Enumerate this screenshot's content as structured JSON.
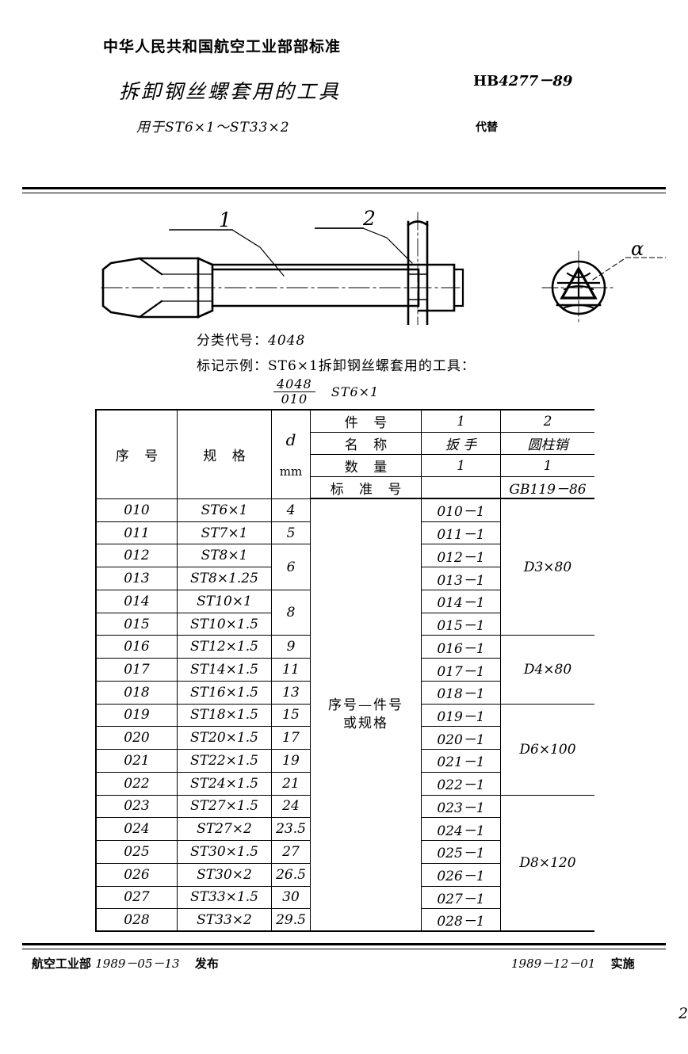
{
  "header": {
    "national_line": "中华人民共和国航空工业部部标准",
    "title": "拆卸钢丝螺套用的工具",
    "subtitle": "用于ST6×1～ST33×2",
    "std_prefix": "HB",
    "std_number": "4277－89",
    "replace_label": "代替"
  },
  "drawing": {
    "callout_1": "1",
    "callout_2": "2",
    "angle_label": "α"
  },
  "classification": {
    "class_code_label": "分类代号：",
    "class_code_value": "4048",
    "mark_example_label": "标记示例：",
    "mark_example_text": "ST6×1拆卸钢丝螺套用的工具：",
    "mark_numerator": "4048",
    "mark_denominator": "010",
    "mark_suffix": "ST6×1"
  },
  "table": {
    "col_seq": "序  号",
    "col_spec": "规    格",
    "col_d": "d",
    "col_d_unit": "mm",
    "sub_rows": [
      "件    号",
      "名    称",
      "数    量",
      "标  准  号"
    ],
    "part_numbers": [
      "1",
      "2"
    ],
    "part_names": [
      "扳  手",
      "圆柱销"
    ],
    "part_qty": [
      "1",
      "1"
    ],
    "part_std": [
      "",
      "GB119－86"
    ],
    "wrench_note_line1": "序号—件号",
    "wrench_note_line2": "或规格",
    "rows": [
      {
        "seq": "010",
        "spec": "ST6×1",
        "d": "4",
        "pin_ref": "010－1"
      },
      {
        "seq": "011",
        "spec": "ST7×1",
        "d": "5",
        "pin_ref": "011－1"
      },
      {
        "seq": "012",
        "spec": "ST8×1",
        "d": "6",
        "pin_ref": "012－1"
      },
      {
        "seq": "013",
        "spec": "ST8×1.25",
        "d": "",
        "pin_ref": "013－1"
      },
      {
        "seq": "014",
        "spec": "ST10×1",
        "d": "8",
        "pin_ref": "014－1"
      },
      {
        "seq": "015",
        "spec": "ST10×1.5",
        "d": "",
        "pin_ref": "015－1"
      },
      {
        "seq": "016",
        "spec": "ST12×1.5",
        "d": "9",
        "pin_ref": "016－1"
      },
      {
        "seq": "017",
        "spec": "ST14×1.5",
        "d": "11",
        "pin_ref": "017－1"
      },
      {
        "seq": "018",
        "spec": "ST16×1.5",
        "d": "13",
        "pin_ref": "018－1"
      },
      {
        "seq": "019",
        "spec": "ST18×1.5",
        "d": "15",
        "pin_ref": "019－1"
      },
      {
        "seq": "020",
        "spec": "ST20×1.5",
        "d": "17",
        "pin_ref": "020－1"
      },
      {
        "seq": "021",
        "spec": "ST22×1.5",
        "d": "19",
        "pin_ref": "021－1"
      },
      {
        "seq": "022",
        "spec": "ST24×1.5",
        "d": "21",
        "pin_ref": "022－1"
      },
      {
        "seq": "023",
        "spec": "ST27×1.5",
        "d": "24",
        "pin_ref": "023－1"
      },
      {
        "seq": "024",
        "spec": "ST27×2",
        "d": "23.5",
        "pin_ref": "024－1"
      },
      {
        "seq": "025",
        "spec": "ST30×1.5",
        "d": "27",
        "pin_ref": "025－1"
      },
      {
        "seq": "026",
        "spec": "ST30×2",
        "d": "26.5",
        "pin_ref": "026－1"
      },
      {
        "seq": "027",
        "spec": "ST33×1.5",
        "d": "30",
        "pin_ref": "027－1"
      },
      {
        "seq": "028",
        "spec": "ST33×2",
        "d": "29.5",
        "pin_ref": "028－1"
      }
    ],
    "pin_groups": [
      {
        "label": "D3×80",
        "from": 0,
        "to": 5
      },
      {
        "label": "D4×80",
        "from": 6,
        "to": 8
      },
      {
        "label": "D6×100",
        "from": 9,
        "to": 12
      },
      {
        "label": "D8×120",
        "from": 13,
        "to": 18
      }
    ]
  },
  "footer": {
    "issuer": "航空工业部",
    "issue_date": "1989－05－13",
    "issue_word": "发布",
    "effective_date": "1989－12－01",
    "effective_word": "实施",
    "page_number": "2"
  }
}
